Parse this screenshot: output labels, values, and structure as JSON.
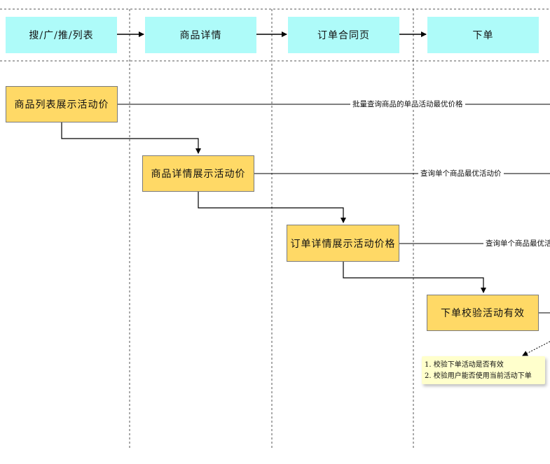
{
  "lanes": [
    {
      "label": "搜/广/推/列表"
    },
    {
      "label": "商品详情"
    },
    {
      "label": "订单合同页"
    },
    {
      "label": "下单"
    }
  ],
  "steps": [
    {
      "label": "商品列表展示活动价"
    },
    {
      "label": "商品详情展示活动价"
    },
    {
      "label": "订单详情展示活动价格"
    },
    {
      "label": "下单校验活动有效"
    }
  ],
  "edge_labels": [
    {
      "label": "批量查询商品的单品活动最优价格"
    },
    {
      "label": "查询单个商品最优活动价"
    },
    {
      "label": "查询单个商品最优活"
    }
  ],
  "note": {
    "lines": [
      "1. 校验下单活动是否有效",
      "2. 校验用户能否使用当前活动下单"
    ]
  },
  "colors": {
    "lane_header": "#aefbf9",
    "step_box": "#ffd966",
    "note": "#ffffcc"
  }
}
